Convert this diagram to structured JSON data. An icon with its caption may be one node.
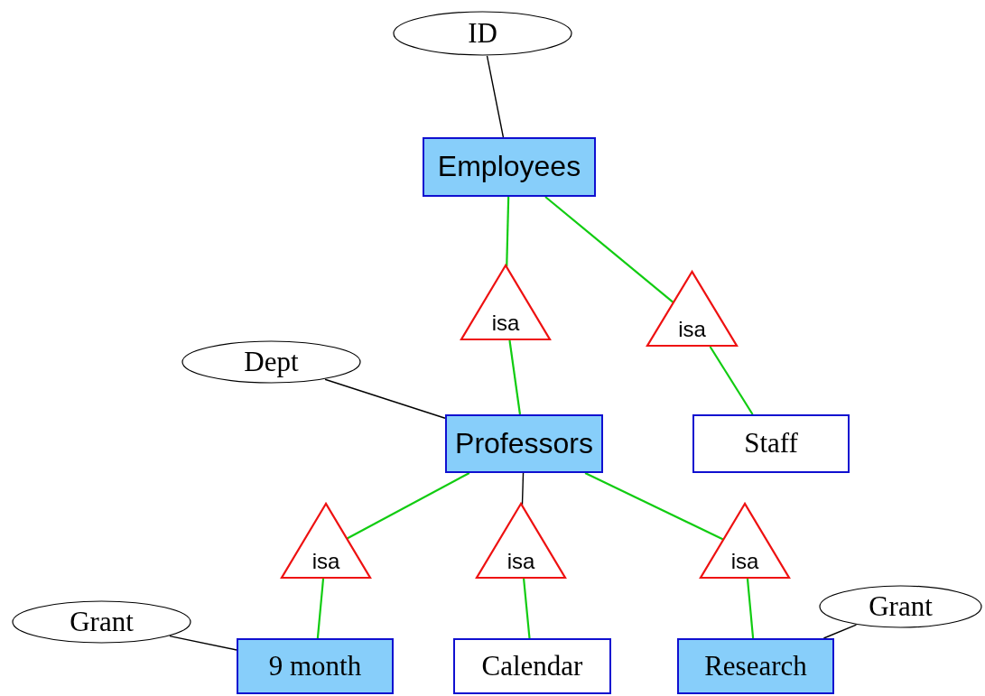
{
  "diagram": {
    "nodes": [
      {
        "text": [
          "ID"
        ]
      },
      {
        "text": [
          "Employees"
        ]
      },
      {
        "text": [
          "isa"
        ]
      },
      {
        "text": [
          "isa"
        ]
      },
      {
        "text": [
          "Dept"
        ]
      },
      {
        "text": [
          "Professors"
        ]
      },
      {
        "text": [
          "Staff"
        ]
      },
      {
        "text": [
          "isa"
        ]
      },
      {
        "text": [
          "isa"
        ]
      },
      {
        "text": [
          "isa"
        ]
      },
      {
        "text": [
          "Grant"
        ]
      },
      {
        "text": [
          "9 month"
        ]
      },
      {
        "text": [
          "Calendar"
        ]
      },
      {
        "text": [
          "Research"
        ]
      },
      {
        "text": [
          "Grant"
        ]
      }
    ],
    "edges": [
      {
        "from": 0,
        "to": 1,
        "arrow": "none",
        "color": "#000000"
      },
      {
        "from": 1,
        "to": 2,
        "arrow": "none"
      },
      {
        "from": 1,
        "to": 3,
        "arrow": "none"
      },
      {
        "from": 2,
        "to": 5,
        "arrow": "none"
      },
      {
        "from": 3,
        "to": 6,
        "arrow": "none"
      },
      {
        "from": 4,
        "to": 5,
        "arrow": "none",
        "color": "#000000"
      },
      {
        "from": 5,
        "to": 7,
        "arrow": "none"
      },
      {
        "from": 5,
        "to": 8,
        "arrow": "none",
        "color": "#000000"
      },
      {
        "from": 5,
        "to": 9,
        "arrow": "none"
      },
      {
        "from": 7,
        "to": 11,
        "arrow": "none"
      },
      {
        "from": 8,
        "to": 12,
        "arrow": "none"
      },
      {
        "from": 9,
        "to": 13,
        "arrow": "none"
      },
      {
        "from": 10,
        "to": 11,
        "arrow": "none",
        "color": "#000000"
      },
      {
        "from": 14,
        "to": 13,
        "arrow": "none",
        "color": "#000000"
      }
    ]
  }
}
